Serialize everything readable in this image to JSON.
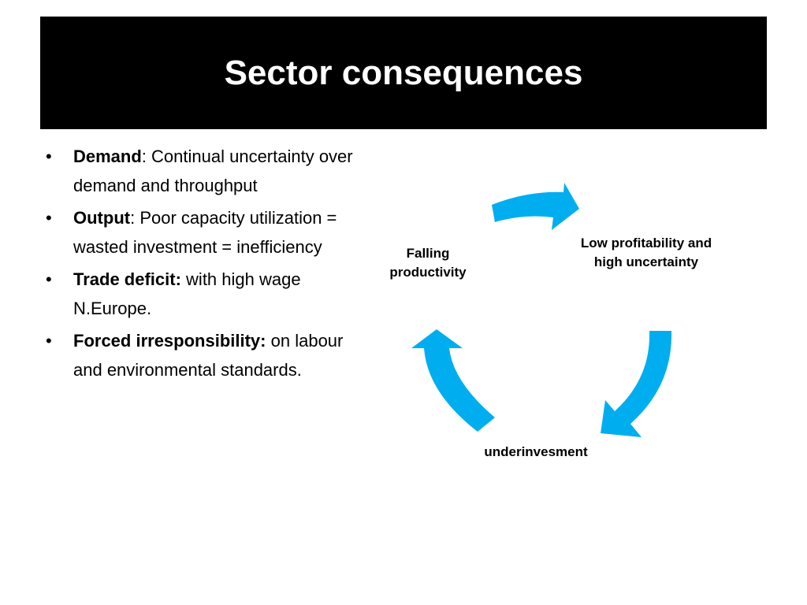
{
  "slide": {
    "title": "Sector consequences"
  },
  "bullets": [
    {
      "term": "Demand",
      "sep": ": ",
      "text": "Continual uncertainty over demand and throughput"
    },
    {
      "term": "Output",
      "sep": ": ",
      "text": "Poor capacity utilization = wasted investment = inefficiency"
    },
    {
      "term": "Trade deficit:",
      "sep": " ",
      "text": "with high wage N.Europe."
    },
    {
      "term": "Forced irresponsibility:",
      "sep": " ",
      "text": "on labour and environmental standards."
    }
  ],
  "cycle": {
    "nodes": {
      "top_right": "Low profitability and high uncertainty",
      "bottom": "underinvesment",
      "left": "Falling productivity"
    },
    "arrow_color": "#00AEEF"
  }
}
